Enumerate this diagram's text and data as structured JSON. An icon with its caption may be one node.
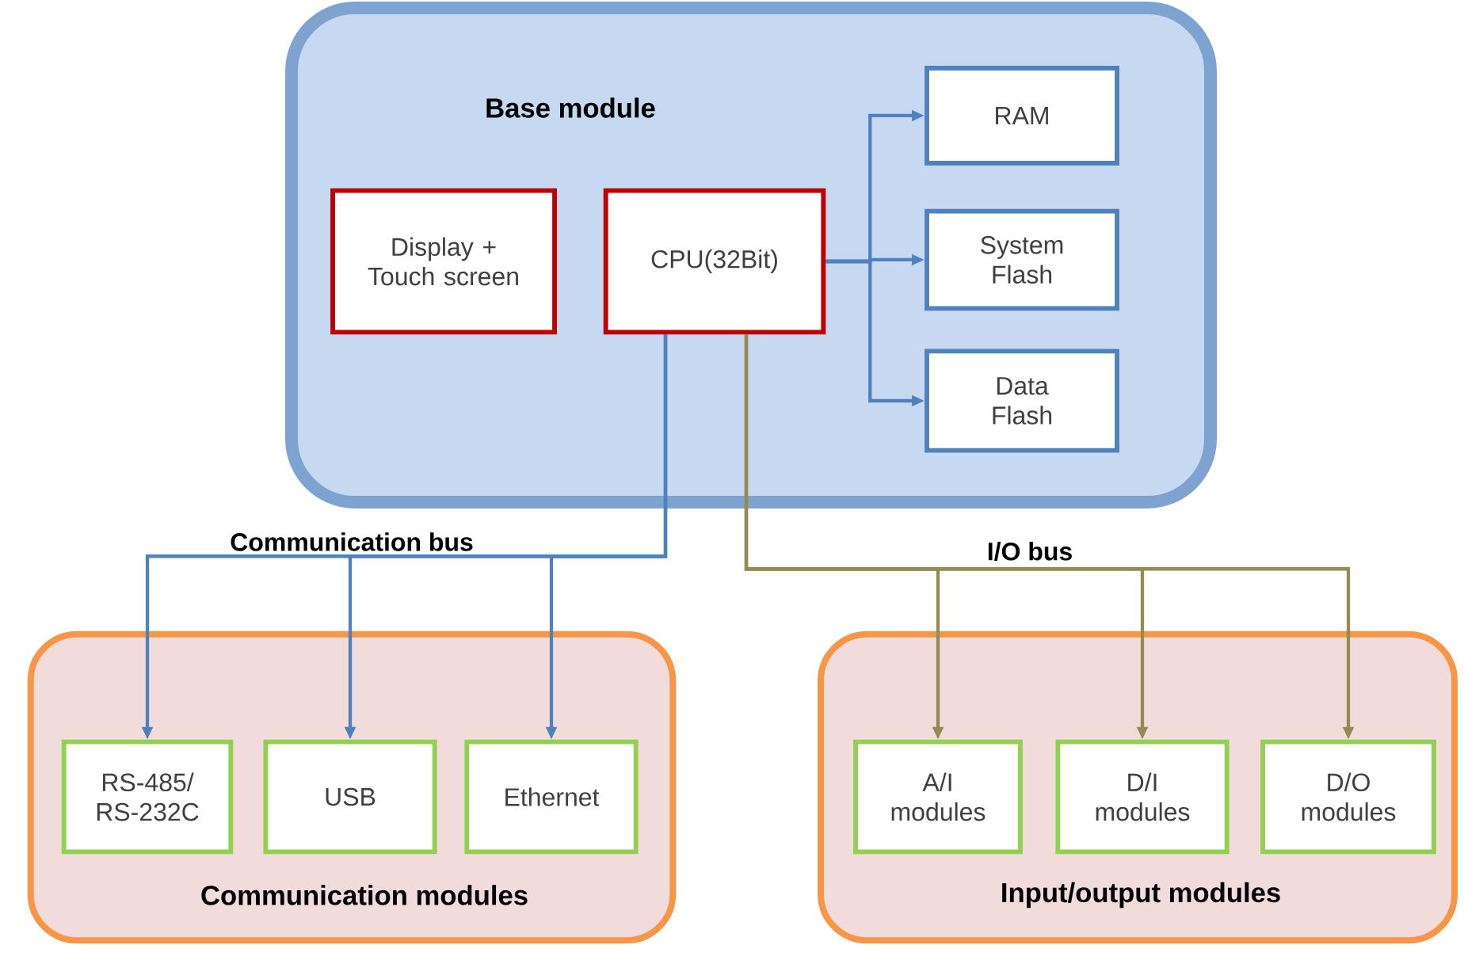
{
  "diagram": {
    "nodes": [
      {
        "text": [
          "Base module"
        ]
      },
      {
        "text": [
          "Display + Touch screen"
        ],
        "in": 0
      },
      {
        "text": [
          "CPU(32Bit)"
        ],
        "in": 0
      },
      {
        "text": [
          "RAM"
        ],
        "in": 0
      },
      {
        "text": [
          "System Flash"
        ],
        "in": 0
      },
      {
        "text": [
          "Data Flash"
        ],
        "in": 0
      },
      {
        "text": [
          "Communication modules"
        ]
      },
      {
        "text": [
          "RS-485/ RS-232C"
        ],
        "in": 6
      },
      {
        "text": [
          "USB"
        ],
        "in": 6
      },
      {
        "text": [
          "Ethernet"
        ],
        "in": 6
      },
      {
        "text": [
          "Input/output modules"
        ]
      },
      {
        "text": [
          "A/I modules"
        ],
        "in": 10
      },
      {
        "text": [
          "D/I modules"
        ],
        "in": 10
      },
      {
        "text": [
          "D/O modules"
        ],
        "in": 10
      }
    ],
    "edges": [
      {
        "from": 2,
        "to": 3,
        "arrow": "to"
      },
      {
        "from": 2,
        "to": 4,
        "arrow": "to"
      },
      {
        "from": 2,
        "to": 5,
        "arrow": "to"
      },
      {
        "from": 2,
        "to": 7,
        "arrow": "to"
      },
      {
        "from": 2,
        "to": 8,
        "arrow": "to"
      },
      {
        "from": 2,
        "to": 9,
        "arrow": "to"
      },
      {
        "from": 2,
        "to": 11,
        "arrow": "to",
        "color": "#948a54"
      },
      {
        "from": 2,
        "to": 12,
        "arrow": "to",
        "color": "#948a54"
      },
      {
        "from": 2,
        "to": 13,
        "arrow": "to",
        "color": "#948a54"
      }
    ],
    "labels": [
      "Communication bus",
      "I/O bus"
    ]
  }
}
